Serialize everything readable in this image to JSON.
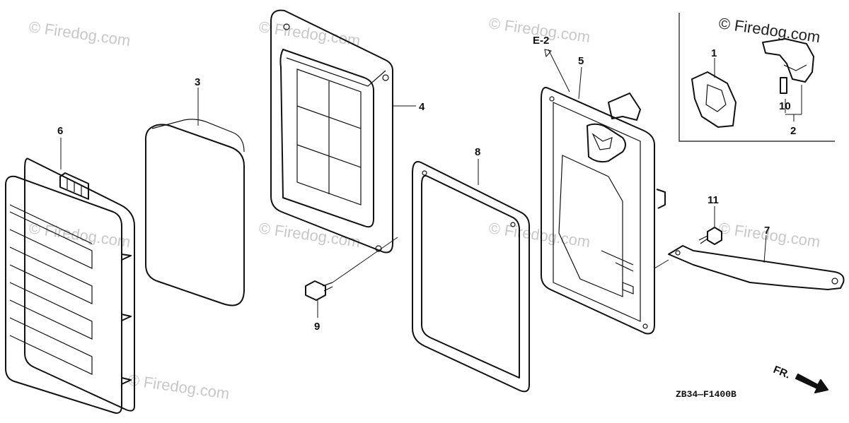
{
  "watermarks": [
    "© Firedog.com",
    "© Firedog.com",
    "© Firedog.com",
    "© Firedog.com",
    "© Firedog.com",
    "© Firedog.com",
    "© Firedog.com",
    "© Firedog.com"
  ],
  "inset_watermark": "© Firedog.com",
  "callouts": {
    "p1": "1",
    "p2": "2",
    "p3": "3",
    "p4": "4",
    "p5": "5",
    "p6": "6",
    "p7": "7",
    "p8": "8",
    "p9": "9",
    "p10": "10",
    "p11": "11"
  },
  "reference": "E-2",
  "direction_label": "FR.",
  "diagram_code": "ZB34—F1400B"
}
